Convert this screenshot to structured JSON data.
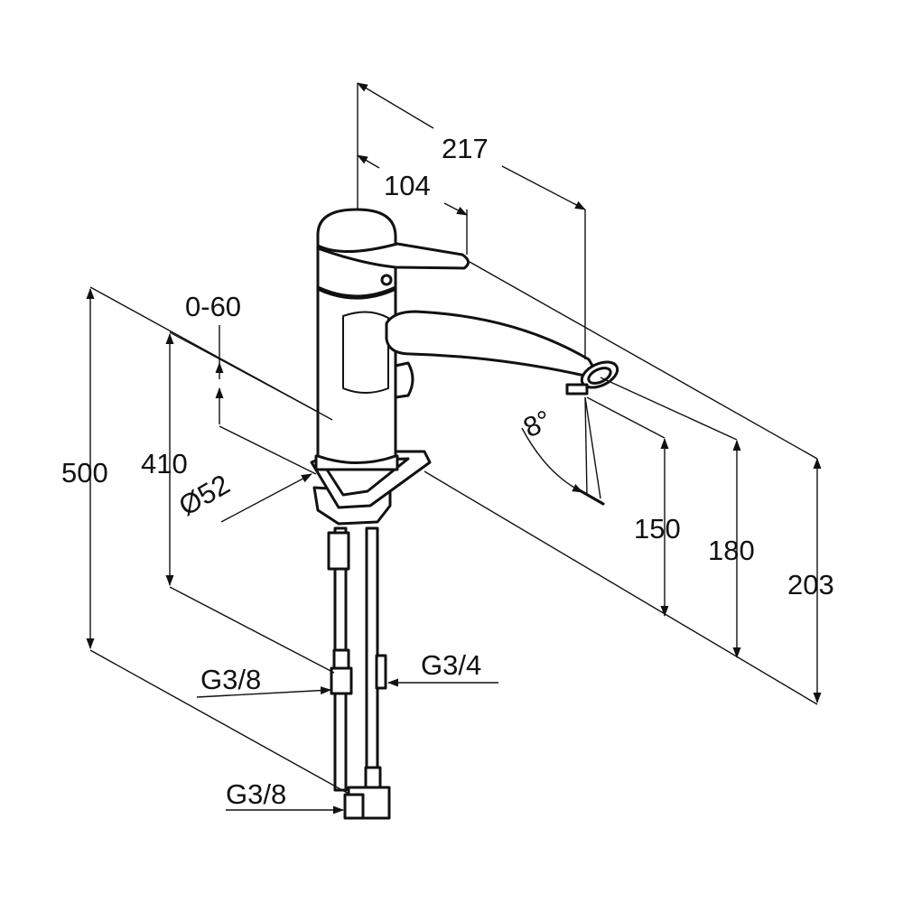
{
  "colors": {
    "line": "#111111",
    "background": "#ffffff"
  },
  "dimensions": {
    "d217": "217",
    "d104": "104",
    "d060": "0-60",
    "d500": "500",
    "d410": "410",
    "d52": "Ø52",
    "d150": "150",
    "d180": "180",
    "d203": "203",
    "angle": "8°",
    "g34": "G3/4",
    "g38_upper": "G3/8",
    "g38_lower": "G3/8"
  }
}
